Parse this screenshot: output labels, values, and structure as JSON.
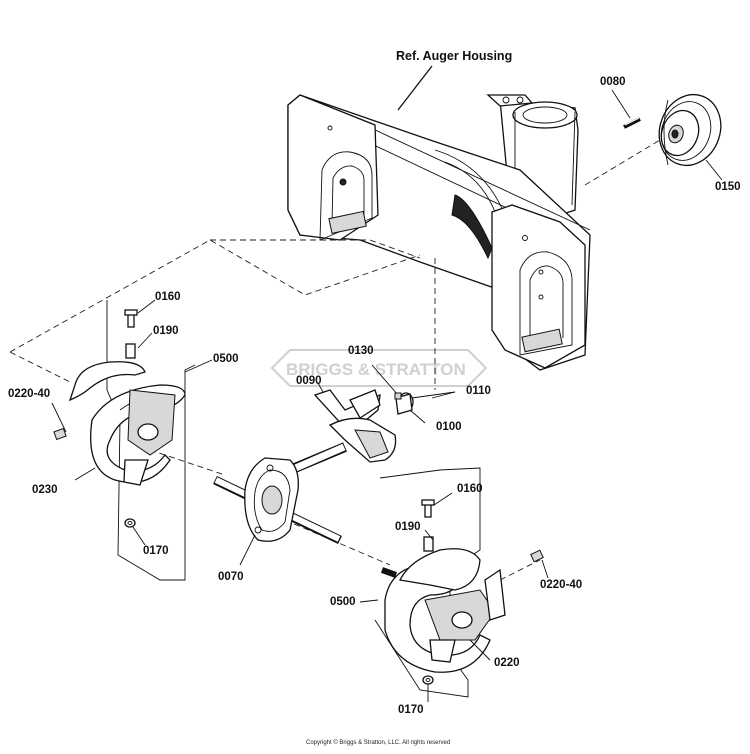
{
  "diagram": {
    "title": "Ref. Auger Housing",
    "watermark": "BRIGGS & STRATTON",
    "copyright": "Copyright © Briggs & Stratton, LLC. All rights reserved",
    "callouts": {
      "p0080": "0080",
      "p0150": "0150",
      "p0160a": "0160",
      "p0190a": "0190",
      "p0500a": "0500",
      "p0220_40a": "0220-40",
      "p0230": "0230",
      "p0170a": "0170",
      "p0130": "0130",
      "p0110": "0110",
      "p0090": "0090",
      "p0100": "0100",
      "p0070": "0070",
      "p0160b": "0160",
      "p0190b": "0190",
      "p0500b": "0500",
      "p0220_40b": "0220-40",
      "p0220": "0220",
      "p0170b": "0170"
    }
  }
}
